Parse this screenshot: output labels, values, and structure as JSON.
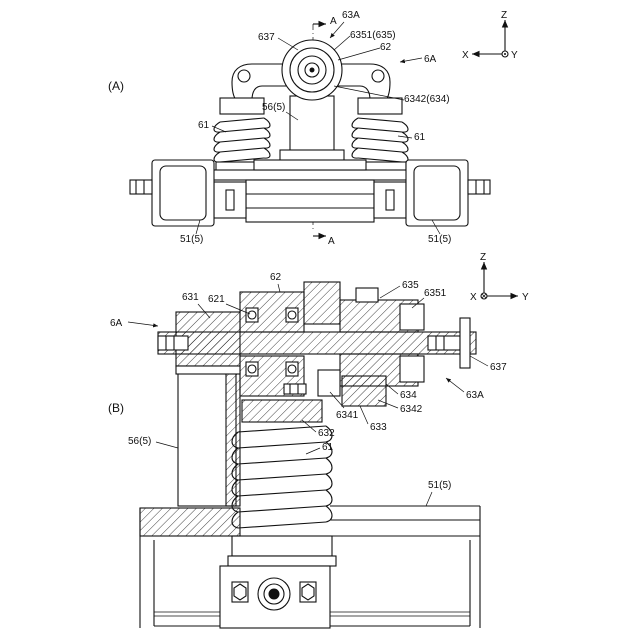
{
  "figure_a": {
    "panel_label": "(A)",
    "axes": {
      "z": "Z",
      "x": "X",
      "y": "Y"
    },
    "labels": {
      "section_top": "A",
      "section_bottom": "A",
      "l_63A": "63A",
      "l_637": "637",
      "l_6351": "6351(635)",
      "l_62": "62",
      "l_6A": "6A",
      "l_56": "56(5)",
      "l_6342": "6342(634)",
      "l_61_left": "61",
      "l_61_right": "61",
      "l_51_left": "51(5)",
      "l_51_right": "51(5)"
    }
  },
  "figure_b": {
    "panel_label": "(B)",
    "axes": {
      "z": "Z",
      "x": "X",
      "y": "Y"
    },
    "labels": {
      "l_62": "62",
      "l_631": "631",
      "l_621": "621",
      "l_635": "635",
      "l_6351": "6351",
      "l_6A": "6A",
      "l_637": "637",
      "l_634": "634",
      "l_6342": "6342",
      "l_63A": "63A",
      "l_6341": "6341",
      "l_633": "633",
      "l_632": "632",
      "l_61": "61",
      "l_56": "56(5)",
      "l_51": "51(5)"
    }
  }
}
